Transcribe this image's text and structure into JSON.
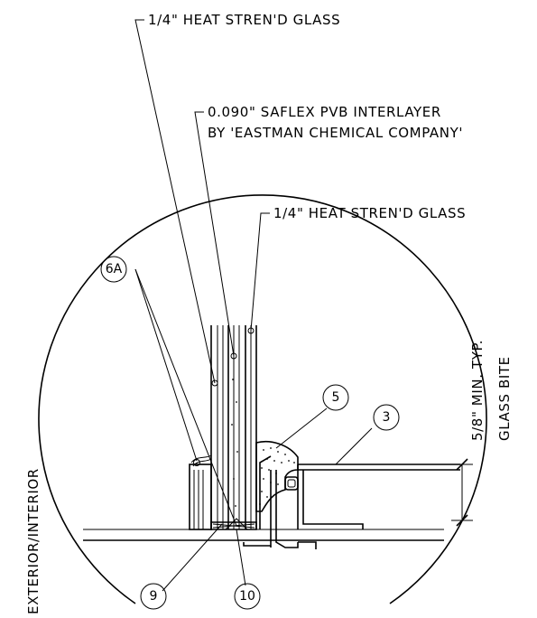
{
  "callouts": {
    "outer_glass": "1/4\" HEAT STREN'D GLASS",
    "interlayer_line1": "0.090\" SAFLEX PVB INTERLAYER",
    "interlayer_line2": "BY 'EASTMAN CHEMICAL COMPANY'",
    "inner_glass": "1/4\" HEAT STREN'D GLASS"
  },
  "dimension": {
    "line1": "5/8\" MIN. TYP.",
    "line2": "GLASS BITE"
  },
  "side_label": "EXTERIOR/INTERIOR",
  "bubbles": [
    {
      "id": "bubble-6a",
      "label": "6A"
    },
    {
      "id": "bubble-5",
      "label": "5"
    },
    {
      "id": "bubble-3",
      "label": "3"
    },
    {
      "id": "bubble-9",
      "label": "9"
    },
    {
      "id": "bubble-10",
      "label": "10"
    }
  ]
}
